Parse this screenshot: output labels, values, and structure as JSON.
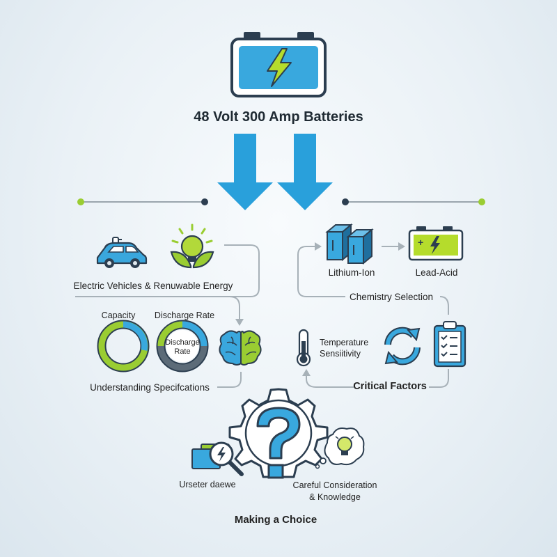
{
  "title": "48 Volt 300 Amp Batteries",
  "left_branch": {
    "label": "Electric Vehicles & Renuwable Energy",
    "icons": [
      "electric-car-icon",
      "renewable-bulb-icon"
    ]
  },
  "specs": {
    "capacity_label": "Capacity",
    "discharge_label": "Discharge Rate",
    "donut_center_line1": "Discharge",
    "donut_center_line2": "Rate",
    "section_label": "Understanding Specifcations"
  },
  "chemistry": {
    "lithium_label": "Lithium-Ion",
    "lead_label": "Lead-Acid",
    "section_label": "Chemistry Selection"
  },
  "critical": {
    "temperature_line1": "Temperature",
    "temperature_line2": "Sensiitivity",
    "section_label": "Critical Factors"
  },
  "choice": {
    "research_label": "Urseter daewe",
    "careful_line1": "Careful Consideration",
    "careful_line2": "& Knowledge",
    "section_label": "Making a Choice"
  },
  "colors": {
    "blue": "#2e9fd6",
    "green": "#9acd32",
    "dark": "#2c3e50",
    "gray": "#9aa5ad"
  }
}
